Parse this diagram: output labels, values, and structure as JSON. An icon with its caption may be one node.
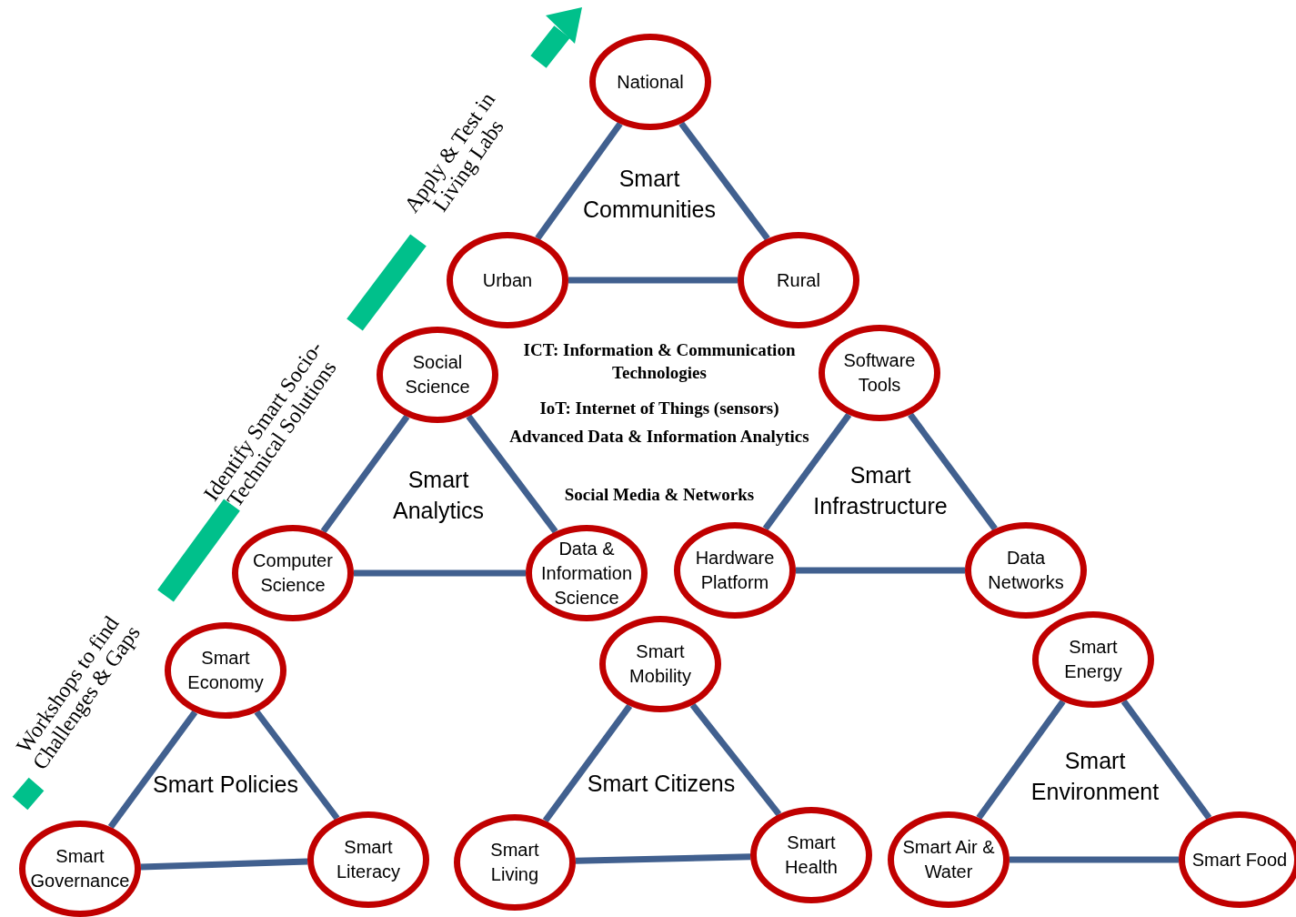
{
  "diagram": {
    "nodes": [
      {
        "text": [
          "National"
        ]
      },
      {
        "text": [
          "Urban"
        ]
      },
      {
        "text": [
          "Rural"
        ]
      },
      {
        "text": [
          "Social Science"
        ]
      },
      {
        "text": [
          "Computer Science"
        ]
      },
      {
        "text": [
          "Data & Information Science"
        ]
      },
      {
        "text": [
          "Software Tools"
        ]
      },
      {
        "text": [
          "Hardware Platform"
        ]
      },
      {
        "text": [
          "Data Networks"
        ]
      },
      {
        "text": [
          "Smart Economy"
        ]
      },
      {
        "text": [
          "Smart Governance"
        ]
      },
      {
        "text": [
          "Smart Literacy"
        ]
      },
      {
        "text": [
          "Smart Mobility"
        ]
      },
      {
        "text": [
          "Smart Living"
        ]
      },
      {
        "text": [
          "Smart Health"
        ]
      },
      {
        "text": [
          "Smart Energy"
        ]
      },
      {
        "text": [
          "Smart Air & Water"
        ]
      },
      {
        "text": [
          "Smart Food"
        ]
      }
    ],
    "edges": [
      {
        "from": 0,
        "to": 1,
        "arrow": "none"
      },
      {
        "from": 0,
        "to": 2,
        "arrow": "none"
      },
      {
        "from": 1,
        "to": 2,
        "arrow": "none"
      },
      {
        "from": 3,
        "to": 4,
        "arrow": "none"
      },
      {
        "from": 3,
        "to": 5,
        "arrow": "none"
      },
      {
        "from": 4,
        "to": 5,
        "arrow": "none"
      },
      {
        "from": 6,
        "to": 7,
        "arrow": "none"
      },
      {
        "from": 6,
        "to": 8,
        "arrow": "none"
      },
      {
        "from": 7,
        "to": 8,
        "arrow": "none"
      },
      {
        "from": 9,
        "to": 10,
        "arrow": "none"
      },
      {
        "from": 9,
        "to": 11,
        "arrow": "none"
      },
      {
        "from": 10,
        "to": 11,
        "arrow": "none"
      },
      {
        "from": 12,
        "to": 13,
        "arrow": "none"
      },
      {
        "from": 12,
        "to": 14,
        "arrow": "none"
      },
      {
        "from": 13,
        "to": 14,
        "arrow": "none"
      },
      {
        "from": 15,
        "to": 16,
        "arrow": "none"
      },
      {
        "from": 15,
        "to": 17,
        "arrow": "none"
      },
      {
        "from": 16,
        "to": 17,
        "arrow": "none"
      }
    ],
    "labels": [
      "Apply & Test in Living Labs",
      "Smart Communities",
      "Identify Smart Socio-Technical Solutions",
      "ICT: Information & Communication Technologies",
      "IoT: Internet of Things  (sensors)",
      "Advanced Data  & Information  Analytics",
      "Social Media & Networks",
      "Smart Analytics",
      "Smart Infrastructure",
      "Workshops to find Challenges & Gaps",
      "Smart Policies",
      "Smart Citizens",
      "Smart Environment"
    ]
  }
}
